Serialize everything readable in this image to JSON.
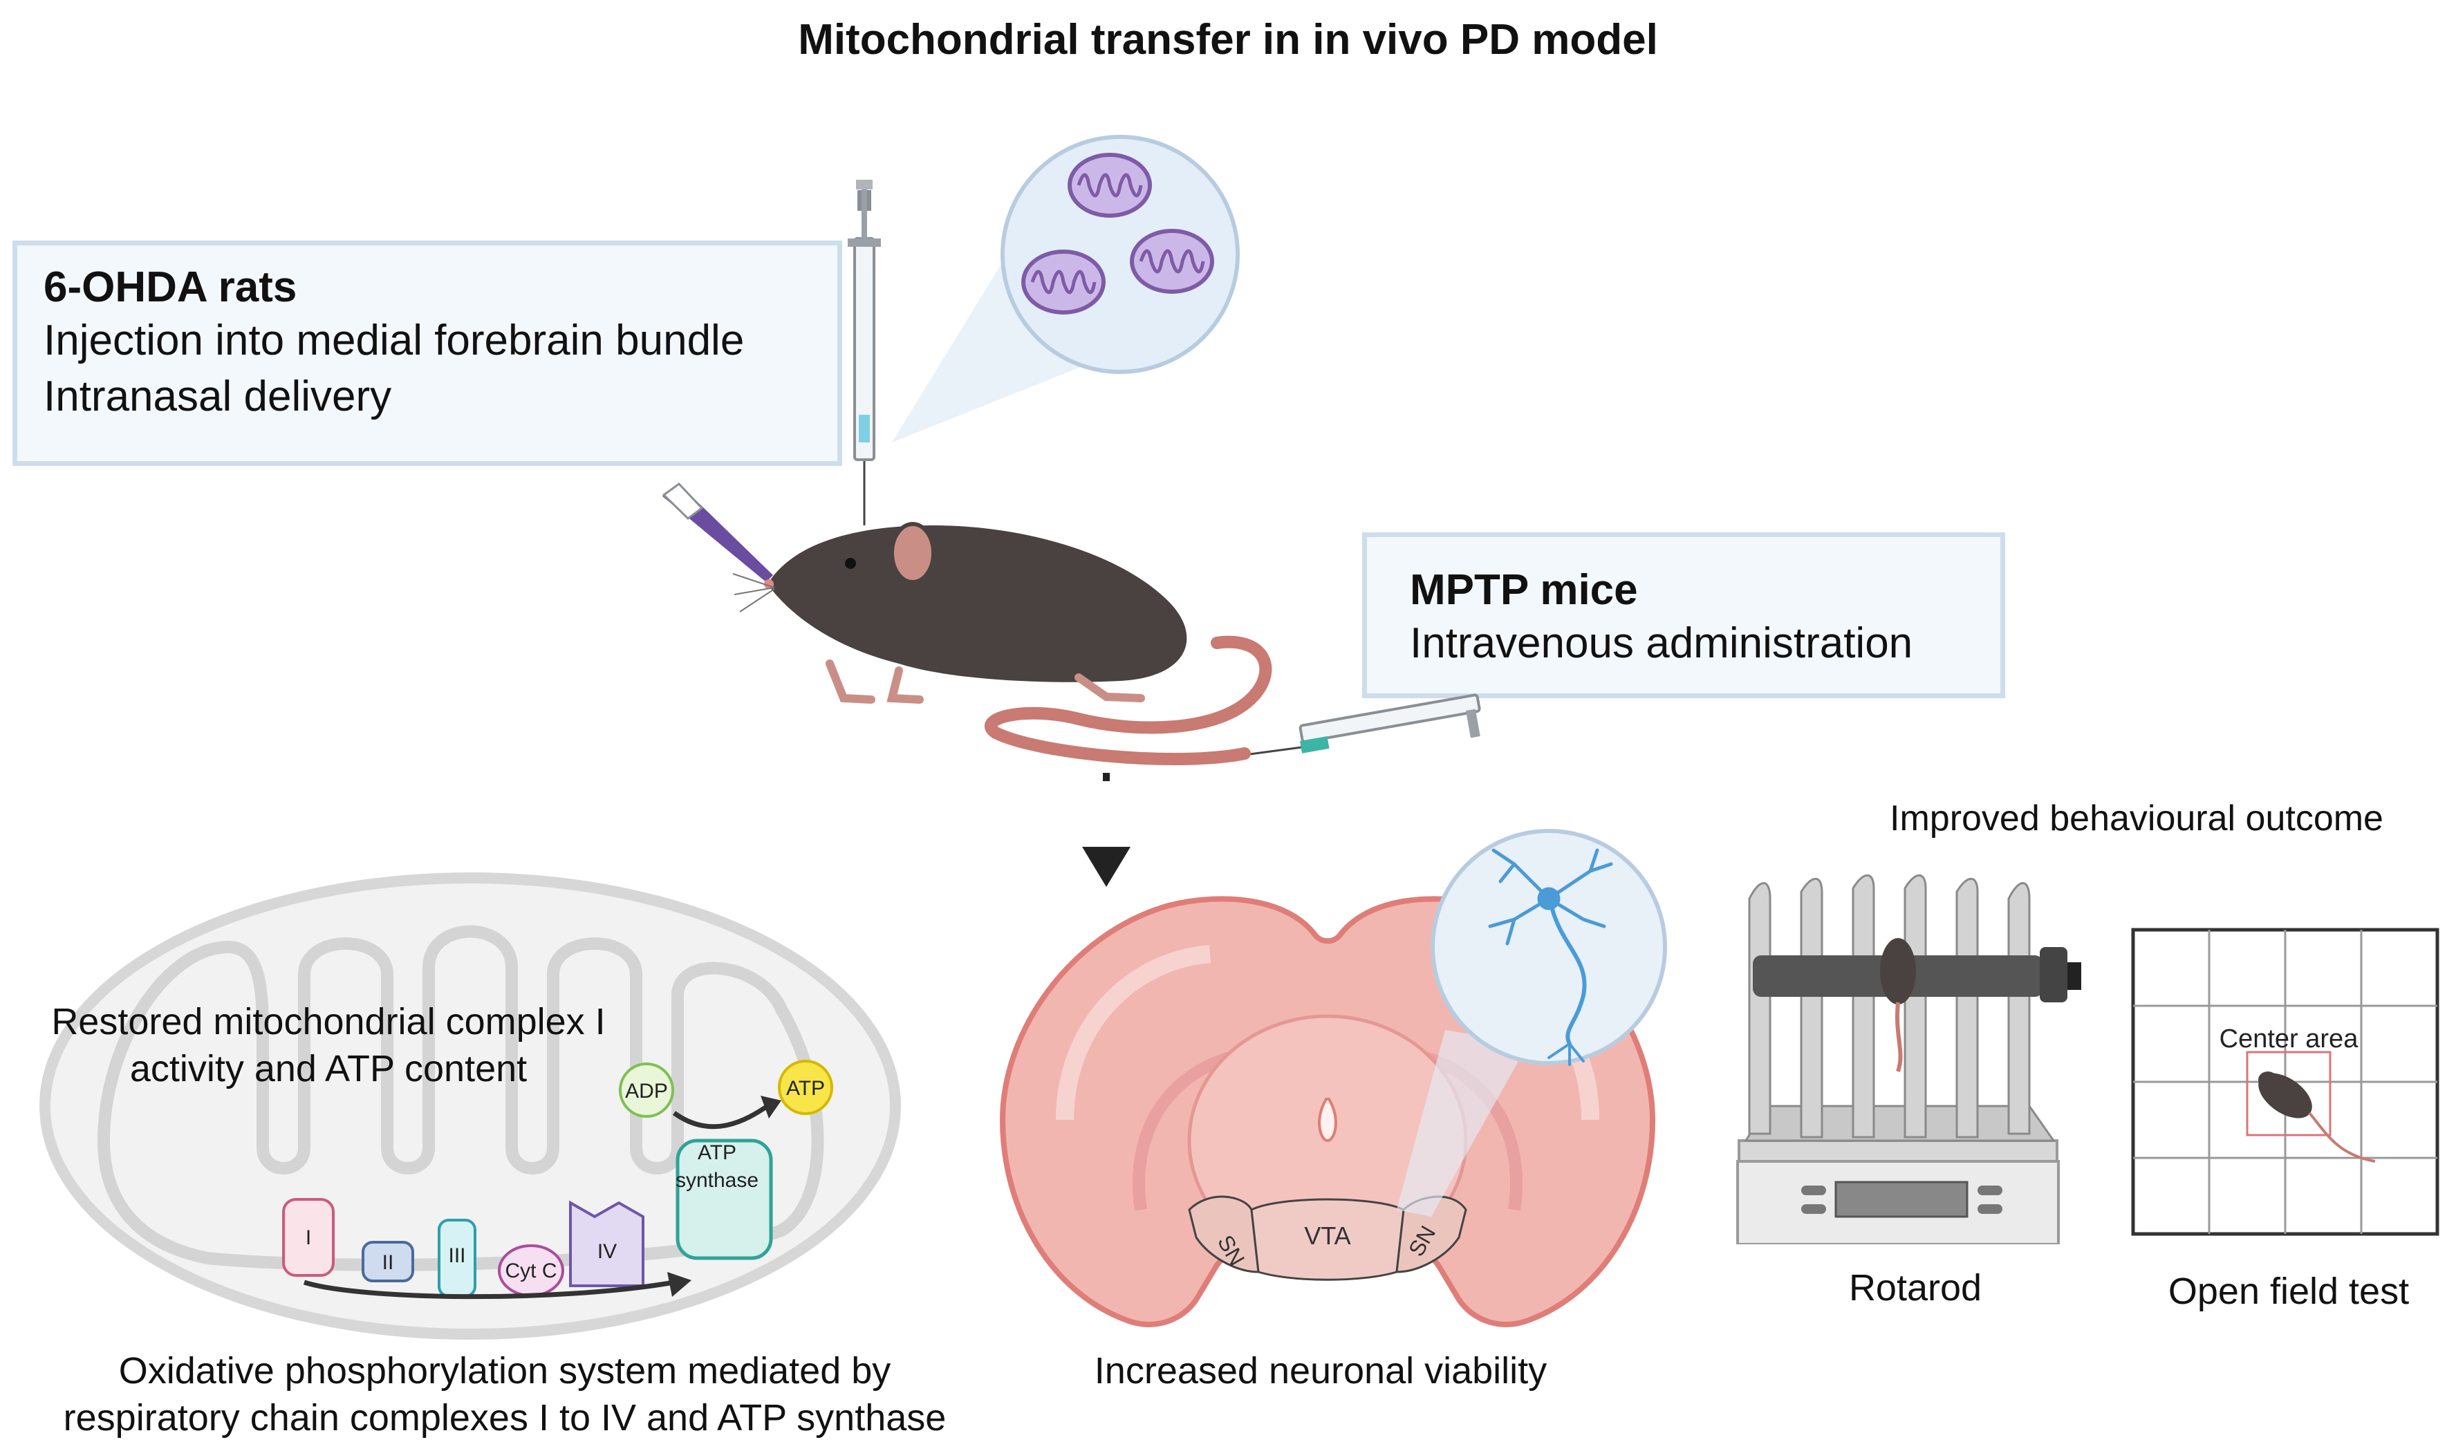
{
  "title": "Mitochondrial transfer in in vivo PD model",
  "rats_box": {
    "heading": "6-OHDA rats",
    "line1": "Injection into medial forebrain bundle",
    "line2": "Intranasal delivery"
  },
  "mice_box": {
    "heading": "MPTP mice",
    "line1": "Intravenous administration"
  },
  "mito_panel": {
    "restored_line1": "Restored mitochondrial complex I",
    "restored_line2": "activity and ATP content",
    "adp": "ADP",
    "atp": "ATP",
    "atp_synthase_1": "ATP",
    "atp_synthase_2": "synthase",
    "complex_i": "I",
    "complex_ii": "II",
    "complex_iii": "III",
    "cyt_c": "Cyt C",
    "complex_iv": "IV",
    "caption_line1": "Oxidative phosphorylation system mediated by",
    "caption_line2": "respiratory chain complexes I to IV and ATP synthase"
  },
  "brain_panel": {
    "sn_left": "SN",
    "vta": "VTA",
    "sn_right": "SN",
    "caption": "Increased neuronal viability"
  },
  "behaviour_panel": {
    "heading": "Improved behavioural outcome",
    "rotarod": "Rotarod",
    "open_field": "Open field test",
    "center_area": "Center area"
  },
  "colors": {
    "mito_purple": "#b39ddb",
    "mouse_body": "#4a4240",
    "tail_pink": "#c97a72",
    "brain_pink": "#e9a0a0",
    "neuron_blue": "#4a9bd6",
    "box_border": "#cdddeb"
  }
}
